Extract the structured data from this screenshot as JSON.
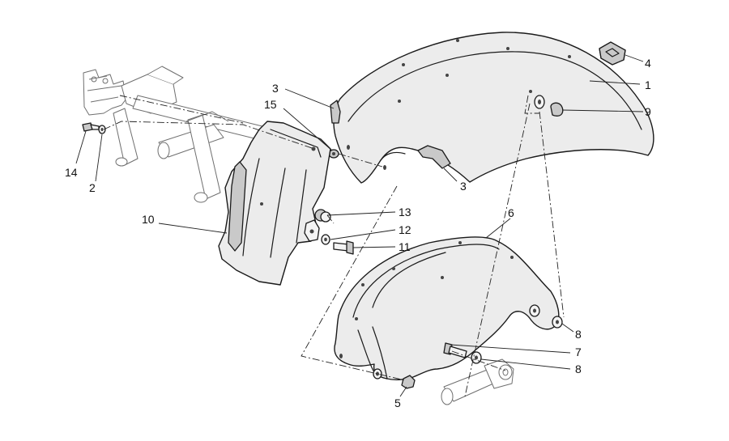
{
  "callouts": {
    "c1": "1",
    "c2": "2",
    "c3a": "3",
    "c3b": "3",
    "c4": "4",
    "c5": "5",
    "c6": "6",
    "c7": "7",
    "c8a": "8",
    "c8b": "8",
    "c9": "9",
    "c10": "10",
    "c11": "11",
    "c12": "12",
    "c13": "13",
    "c14": "14",
    "c15": "15"
  }
}
